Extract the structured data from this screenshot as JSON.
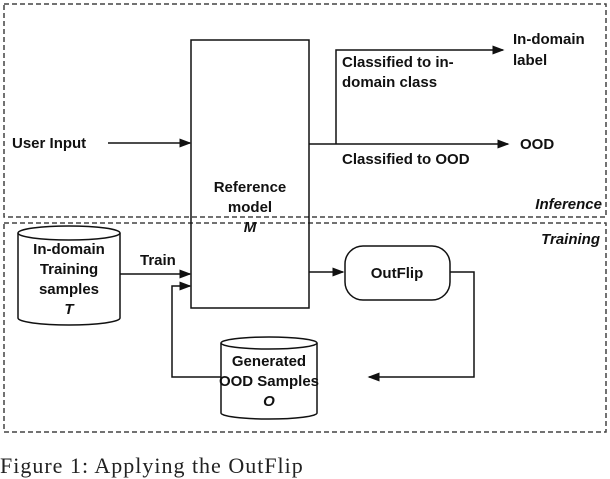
{
  "sections": {
    "inference": "Inference",
    "training": "Training"
  },
  "user_input": "User Input",
  "reference_model": {
    "line1": "Reference",
    "line2": "model",
    "symbol": "M"
  },
  "outputs": {
    "in_domain_edge": {
      "line1": "Classified to in-",
      "line2": "domain class"
    },
    "in_domain_target": {
      "line1": "In-domain",
      "line2": "label"
    },
    "ood_edge": "Classified to OOD",
    "ood_target": "OOD"
  },
  "training_samples": {
    "line1": "In-domain",
    "line2": "Training",
    "line3": "samples",
    "symbol": "T"
  },
  "train_label": "Train",
  "outflip": "OutFlip",
  "generated": {
    "line1": "Generated",
    "line2": "OOD Samples",
    "symbol": "O"
  },
  "caption": "Figure 1: Applying the OutFlip"
}
